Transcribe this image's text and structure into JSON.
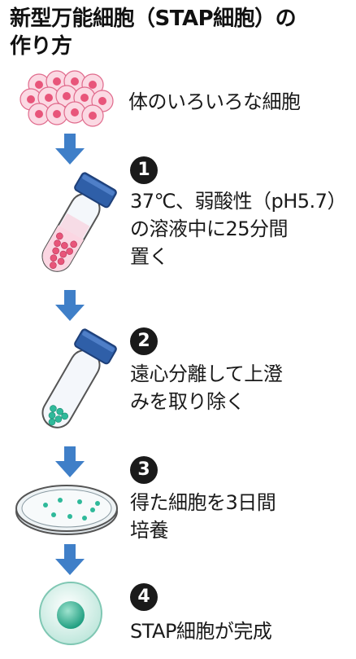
{
  "title": {
    "line1": "新型万能細胞（STAP細胞）の",
    "line2": "作り方"
  },
  "start_label": "体のいろいろな細胞",
  "steps": [
    {
      "number": "1",
      "lines": [
        "37℃、弱酸性（pH5.7）",
        "の溶液中に25分間",
        "置く"
      ]
    },
    {
      "number": "2",
      "lines": [
        "遠心分離して上澄",
        "みを取り除く"
      ]
    },
    {
      "number": "3",
      "lines": [
        "得た細胞を3日間",
        "培養"
      ]
    },
    {
      "number": "4",
      "lines": [
        "STAP細胞が完成"
      ]
    }
  ],
  "colors": {
    "arrow": "#3f7fc8",
    "cap": "#2f5fa8",
    "cell_pink": "#e8557a",
    "cell_green": "#2fb99a"
  }
}
